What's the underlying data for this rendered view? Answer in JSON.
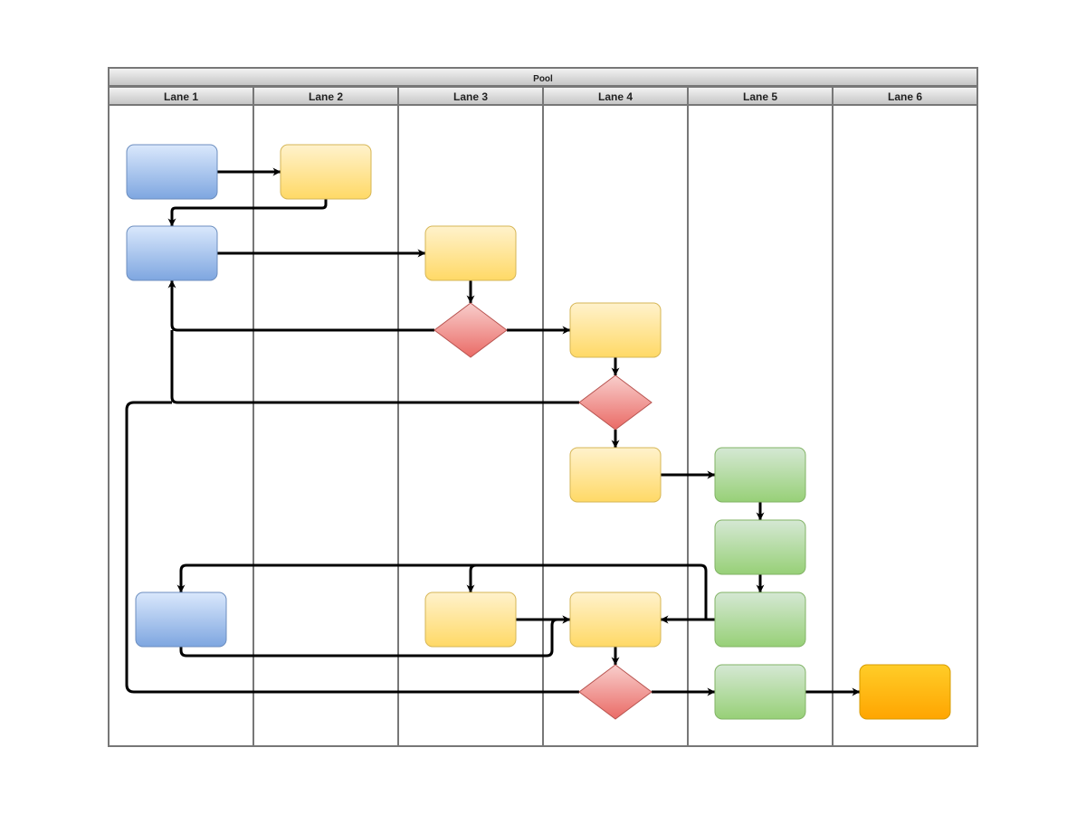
{
  "pool": {
    "title": "Pool"
  },
  "lanes": [
    {
      "label": "Lane 1"
    },
    {
      "label": "Lane 2"
    },
    {
      "label": "Lane 3"
    },
    {
      "label": "Lane 4"
    },
    {
      "label": "Lane 5"
    },
    {
      "label": "Lane 6"
    }
  ],
  "colors": {
    "blue": [
      "#dae8fc",
      "#7ea6e0",
      "#6c8ebf"
    ],
    "yellow": [
      "#fff2cc",
      "#ffd966",
      "#d6b656"
    ],
    "red": [
      "#f8cecc",
      "#ea6b66",
      "#b85450"
    ],
    "green": [
      "#d5e8d4",
      "#97d077",
      "#82b366"
    ],
    "orange": [
      "#ffcd28",
      "#ffa500",
      "#d79b00"
    ]
  }
}
